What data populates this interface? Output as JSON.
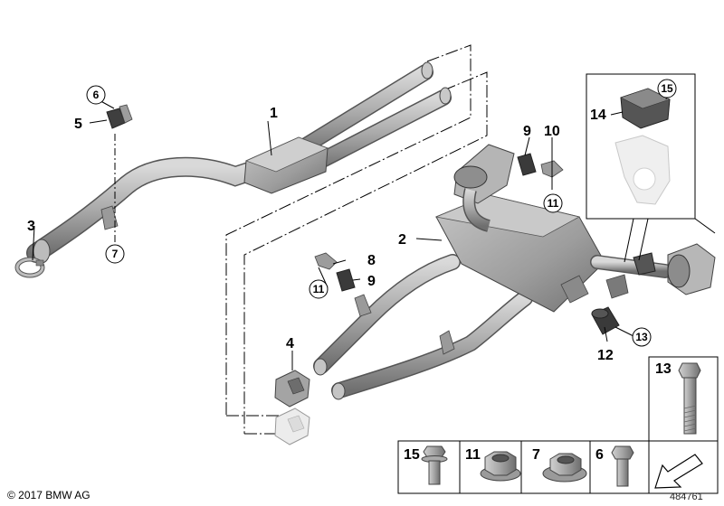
{
  "diagram": {
    "callouts": {
      "c1": "1",
      "c2": "2",
      "c3": "3",
      "c4": "4",
      "c5": "5",
      "c6": "6",
      "c7": "7",
      "c8": "8",
      "c9a": "9",
      "c9b": "9",
      "c10": "10",
      "c11a": "11",
      "c11b": "11",
      "c12": "12",
      "c13": "13",
      "c14": "14",
      "c15": "15"
    },
    "legend": {
      "l13": "13",
      "l15": "15",
      "l11": "11",
      "l7": "7",
      "l6": "6"
    },
    "parts": [
      {
        "label": "1",
        "name": "front-pipe-with-center-muffler"
      },
      {
        "label": "2",
        "name": "rear-muffler"
      },
      {
        "label": "3",
        "name": "clamp"
      },
      {
        "label": "4",
        "name": "bracket-set"
      },
      {
        "label": "5",
        "name": "rubber-mount"
      },
      {
        "label": "6",
        "name": "bolt"
      },
      {
        "label": "7",
        "name": "flange-nut"
      },
      {
        "label": "8",
        "name": "hanger-bracket"
      },
      {
        "label": "9",
        "name": "rubber-mount"
      },
      {
        "label": "10",
        "name": "hanger-bracket"
      },
      {
        "label": "11",
        "name": "hex-nut"
      },
      {
        "label": "12",
        "name": "rubber-mount"
      },
      {
        "label": "13",
        "name": "hex-bolt"
      },
      {
        "label": "14",
        "name": "exhaust-flap-actuator"
      },
      {
        "label": "15",
        "name": "hex-bolt-with-washer"
      }
    ]
  },
  "footer": {
    "copyright": "© 2017 BMW AG",
    "doc_number": "484761"
  },
  "colors": {
    "part_fill": "#a7a7a7",
    "part_dark": "#7f7f7f",
    "part_light": "#d6d6d6",
    "line": "#000000",
    "ghost": "#e8e8e8"
  }
}
